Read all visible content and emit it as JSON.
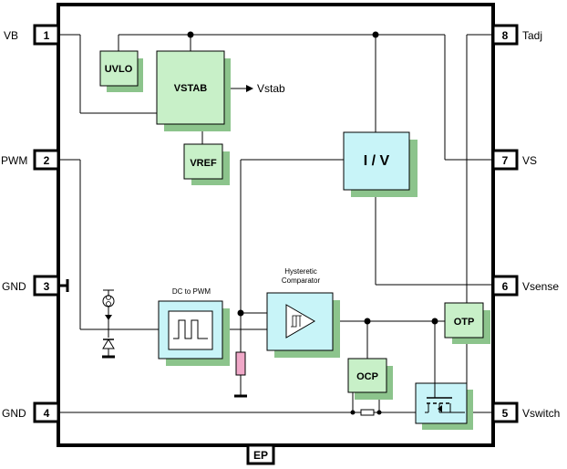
{
  "pins": [
    {
      "number": "1",
      "name": "VB"
    },
    {
      "number": "2",
      "name": "PWM"
    },
    {
      "number": "3",
      "name": "GND"
    },
    {
      "number": "4",
      "name": "GND"
    },
    {
      "number": "5",
      "name": "Vswitch"
    },
    {
      "number": "6",
      "name": "Vsense"
    },
    {
      "number": "7",
      "name": "VS"
    },
    {
      "number": "8",
      "name": "Tadj"
    }
  ],
  "exposed_pad": "EP",
  "blocks": {
    "uvlo": "UVLO",
    "vstab": "VSTAB",
    "vref": "VREF",
    "iv": "I / V",
    "dc_to_pwm": "DC to PWM",
    "comparator_line1": "Hysteretic",
    "comparator_line2": "Comparator",
    "otp": "OTP",
    "ocp": "OCP"
  },
  "output_label": "Vstab"
}
